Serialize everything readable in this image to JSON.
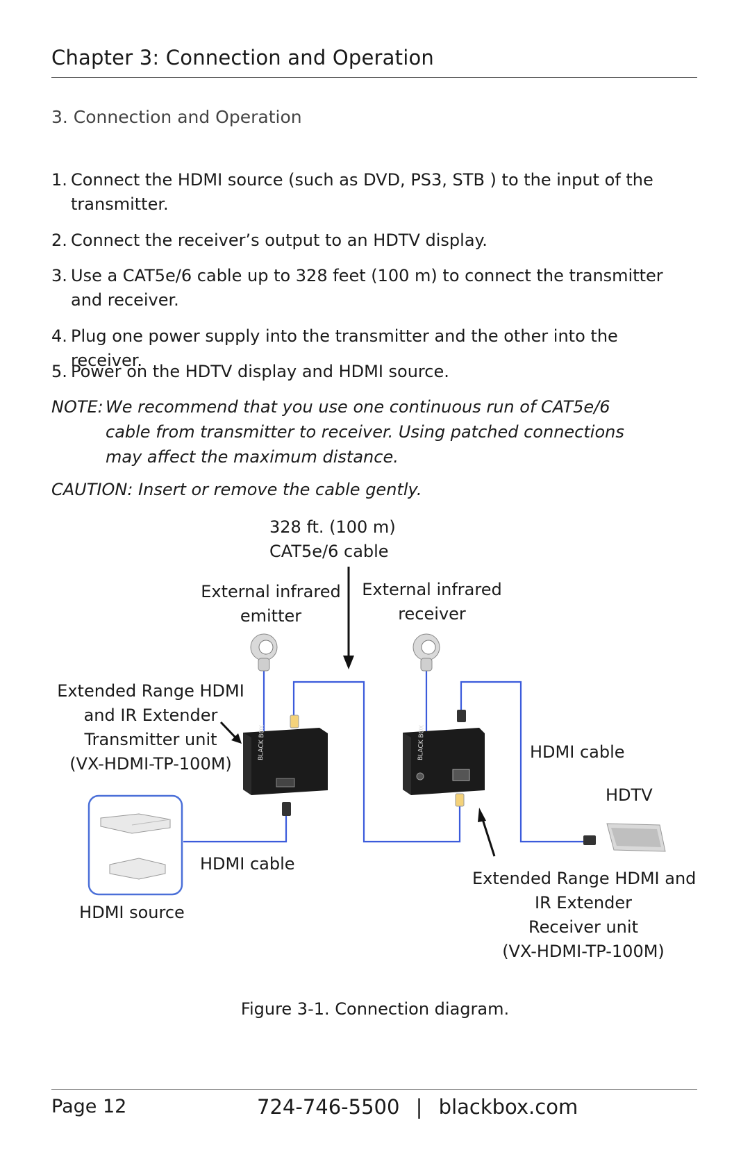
{
  "header": {
    "chapter_title": "Chapter 3: Connection and Operation"
  },
  "section_title": "3. Connection and Operation",
  "steps": [
    {
      "num": "1.",
      "text": "Connect the HDMI source (such as DVD, PS3, STB ) to the input of the transmitter."
    },
    {
      "num": "2.",
      "text": "Connect the receiver’s output to an HDTV display."
    },
    {
      "num": "3.",
      "text": "Use a CAT5e/6 cable up to 328 feet (100 m) to connect the transmitter and receiver."
    },
    {
      "num": "4.",
      "text": "Plug one power supply into the transmitter and the other into the receiver."
    },
    {
      "num": "5.",
      "text": "Power on the HDTV display and HDMI source."
    }
  ],
  "note": {
    "label": "NOTE:",
    "text": "We recommend that you use one continuous run of CAT5e/6 cable from transmitter to receiver. Using patched connections may affect the maximum distance."
  },
  "caution": "CAUTION: Insert or remove the cable gently.",
  "diagram": {
    "cable_length": "328 ft. (100 m)",
    "cable_type": "CAT5e/6 cable",
    "emitter": [
      "External infrared",
      "emitter"
    ],
    "receiver_ir": [
      "External infrared",
      "receiver"
    ],
    "transmitter": [
      "Extended Range HDMI",
      "and IR Extender",
      "Transmitter unit",
      "(VX-HDMI-TP-100M)"
    ],
    "hdmi_cable_right": "HDMI cable",
    "hdtv": "HDTV",
    "hdmi_cable_left": "HDMI cable",
    "hdmi_source": "HDMI source",
    "receiver_unit": [
      "Extended Range HDMI and",
      "IR Extender",
      "Receiver unit",
      "(VX-HDMI-TP-100M)"
    ],
    "device_brand": "BLACK BOX",
    "wire_color": "#3b5bdb",
    "frame_color": "#4a6fd8"
  },
  "figure_caption": "Figure 3-1. Connection diagram.",
  "footer": {
    "page": "Page 12",
    "phone": "724-746-5500",
    "separator": "|",
    "website": "blackbox.com"
  }
}
